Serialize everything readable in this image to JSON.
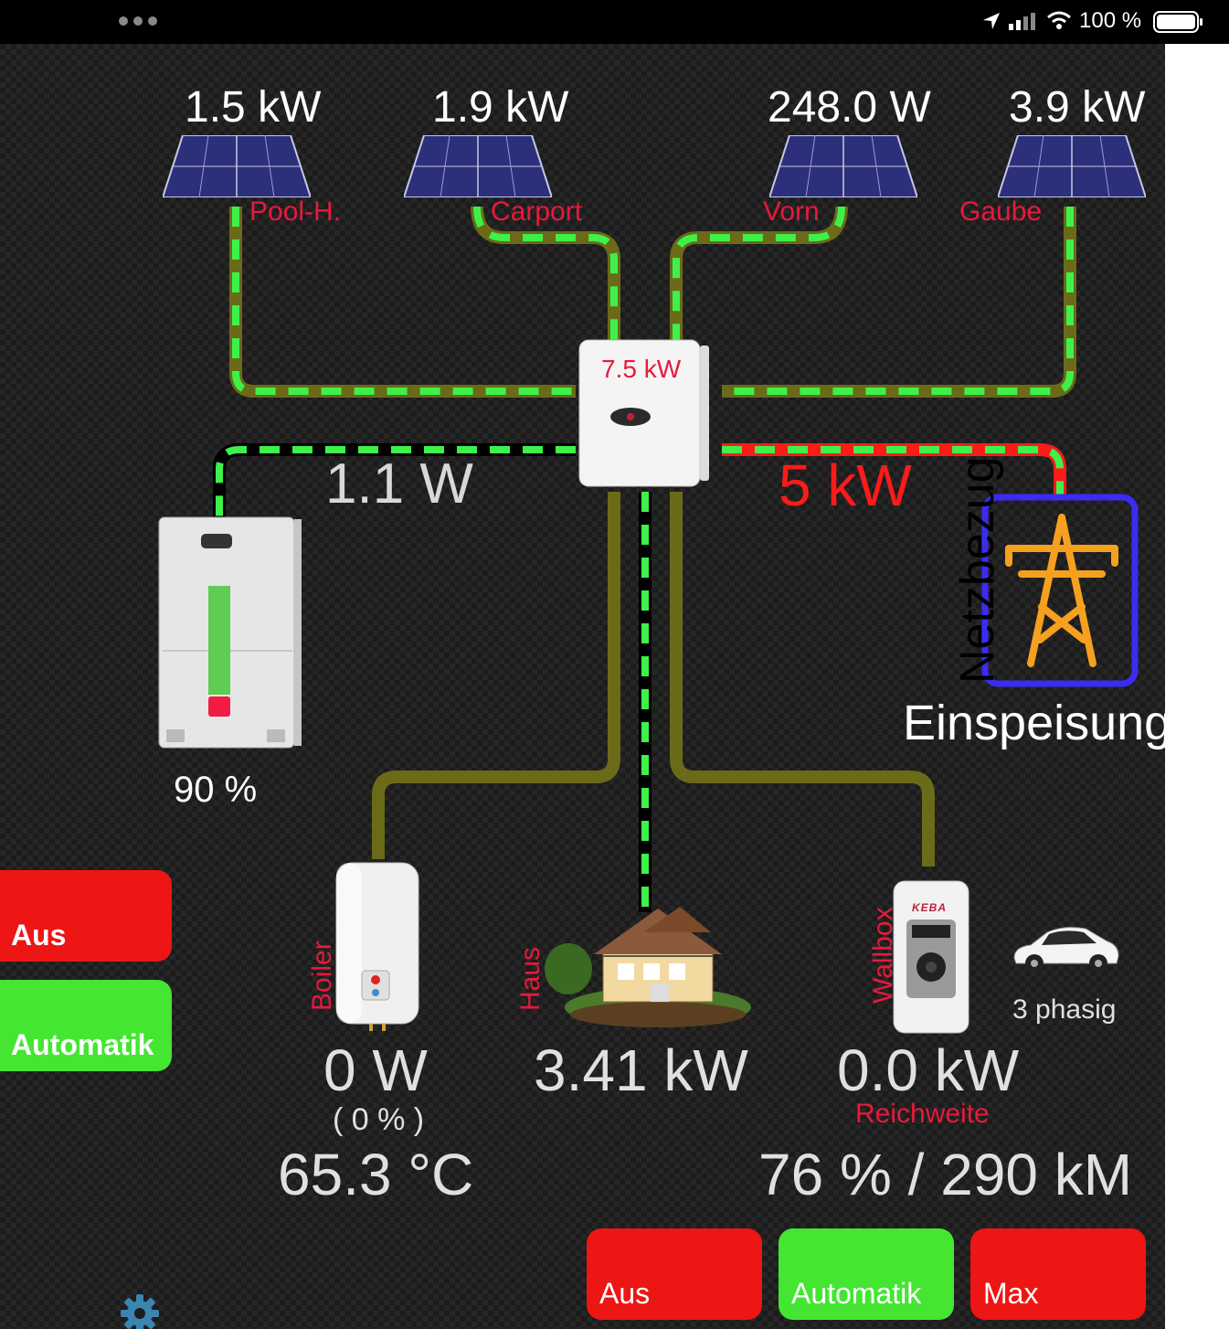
{
  "status_bar": {
    "battery_text": "100 %"
  },
  "colors": {
    "flow_active": "#3ef14a",
    "flow_idle": "#6a6a18",
    "import_red": "#ff1a1a",
    "label_red": "#e8193c",
    "button_red": "#ee1515",
    "button_green": "#44e632",
    "grid_frame": "#3a2cf0",
    "pylon": "#f5a11f"
  },
  "pv": [
    {
      "value": "1.5 kW",
      "name": "Pool-H."
    },
    {
      "value": "1.9 kW",
      "name": "Carport"
    },
    {
      "value": "248.0 W",
      "name": "Vorn"
    },
    {
      "value": "3.9 kW",
      "name": "Gaube"
    }
  ],
  "inverter": {
    "value": "7.5 kW"
  },
  "battery": {
    "power": "1.1 W",
    "soc_text": "90 %",
    "soc_fraction": 0.9
  },
  "grid": {
    "power": "5 kW",
    "label_import": "Netzbezug",
    "label_export": "Einspeisung"
  },
  "boiler": {
    "label": "Boiler",
    "power": "0 W",
    "percent": "( 0 % )",
    "temperature": "65.3 °C"
  },
  "house": {
    "label": "Haus",
    "power": "3.41 kW"
  },
  "wallbox": {
    "label": "Wallbox",
    "brand": "KEBA",
    "power": "0.0 kW",
    "phase_text": "3 phasig",
    "range_label": "Reichweite",
    "range_value": "76 % / 290 kM"
  },
  "boiler_buttons": {
    "off": "Aus",
    "auto": "Automatik"
  },
  "wallbox_buttons": {
    "off": "Aus",
    "auto": "Automatik",
    "max": "Max"
  }
}
